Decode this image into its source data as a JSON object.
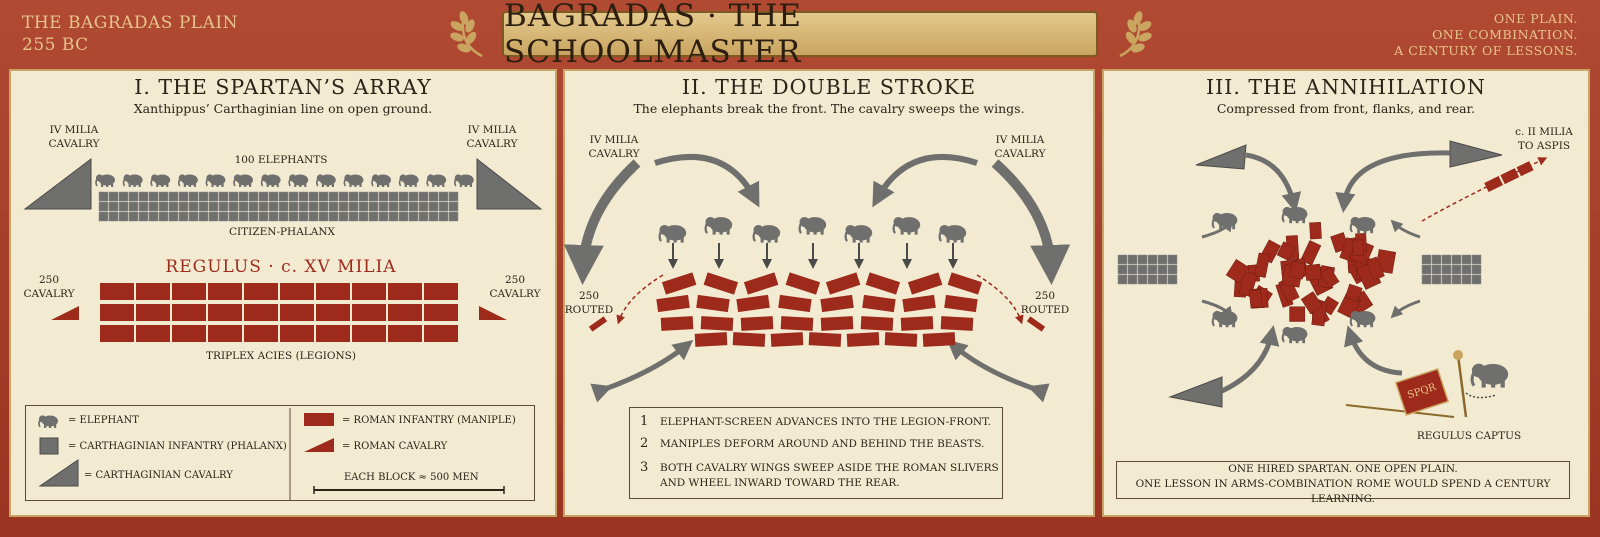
{
  "header": {
    "place": "THE BAGRADAS PLAIN",
    "date": "255 BC",
    "title": "BAGRADAS · THE SCHOOLMASTER",
    "motto": [
      "ONE PLAIN.",
      "ONE COMBINATION.",
      "A CENTURY OF LESSONS."
    ]
  },
  "colors": {
    "roman": "#9e2a1c",
    "carthaginian": "#6f6f6d",
    "parchment": "#f3ead2",
    "border": "#a33a26",
    "gold": "#caa560"
  },
  "panel1": {
    "title": "I.   THE SPARTAN’S ARRAY",
    "subtitle": "Xanthippus’ Carthaginian line on open ground.",
    "cav_left": [
      "IV MILIA",
      "CAVALRY"
    ],
    "cav_right": [
      "IV MILIA",
      "CAVALRY"
    ],
    "elephants_label": "100 ELEPHANTS",
    "phalanx_label": "CITIZEN-PHALANX",
    "roman_title": "REGULUS · c. XV MILIA",
    "rcav_left": [
      "250",
      "CAVALRY"
    ],
    "rcav_right": [
      "250",
      "CAVALRY"
    ],
    "legions_label": "TRIPLEX ACIES (LEGIONS)",
    "legend": {
      "elephant": "= ELEPHANT",
      "phalanx": "= CARTHAGINIAN INFANTRY (PHALANX)",
      "ccav": "= CARTHAGINIAN CAVALRY",
      "maniple": "= ROMAN INFANTRY (MANIPLE)",
      "rcav": "= ROMAN CAVALRY",
      "scale": "EACH BLOCK ≈ 500 MEN"
    }
  },
  "panel2": {
    "title": "II.   THE DOUBLE STROKE",
    "subtitle": "The elephants break the front. The cavalry sweeps the wings.",
    "cav_left": [
      "IV MILIA",
      "CAVALRY"
    ],
    "cav_right": [
      "IV MILIA",
      "CAVALRY"
    ],
    "routed_left": [
      "250",
      "ROUTED"
    ],
    "routed_right": [
      "250",
      "ROUTED"
    ],
    "steps": [
      {
        "n": "1",
        "text": [
          "ELEPHANT-SCREEN ADVANCES INTO THE LEGION-FRONT."
        ]
      },
      {
        "n": "2",
        "text": [
          "MANIPLES DEFORM AROUND AND BEHIND THE BEASTS."
        ]
      },
      {
        "n": "3",
        "text": [
          "BOTH CAVALRY WINGS SWEEP ASIDE THE ROMAN SLIVERS",
          "AND WHEEL INWARD TOWARD THE REAR."
        ]
      }
    ]
  },
  "panel3": {
    "title": "III.   THE ANNIHILATION",
    "subtitle": "Compressed from front, flanks, and rear.",
    "escape": [
      "c. II MILIA",
      "TO ASPIS"
    ],
    "standard": "SPQR",
    "captive": "REGULUS CAPTUS",
    "footer": [
      "ONE HIRED SPARTAN. ONE OPEN PLAIN.",
      "ONE LESSON IN ARMS-COMBINATION ROME WOULD SPEND A CENTURY LEARNING."
    ]
  }
}
